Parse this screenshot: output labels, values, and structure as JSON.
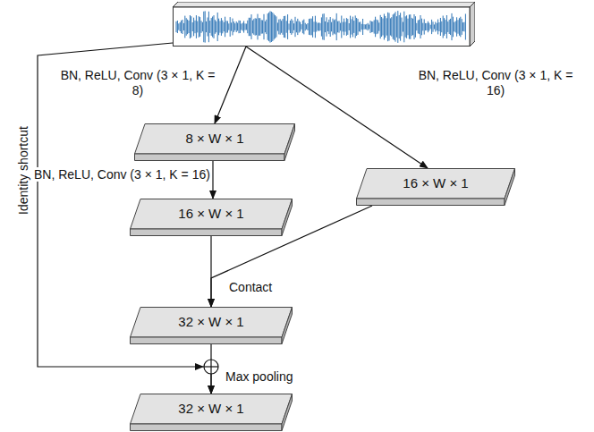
{
  "diagram": {
    "nodes": [
      {
        "text": []
      },
      {
        "text": [
          "8 × W × 1"
        ]
      },
      {
        "text": [
          "16 × W × 1"
        ]
      },
      {
        "text": [
          "16 × W × 1"
        ]
      },
      {
        "text": [
          "32 × W × 1"
        ]
      },
      {
        "text": [
          "32 × W × 1"
        ]
      }
    ],
    "edges": [
      {
        "from": 0,
        "to": 1,
        "arrow": "to",
        "label": "BN, ReLU, Conv (3 × 1, K = 8)"
      },
      {
        "from": 0,
        "to": 3,
        "arrow": "to",
        "label": "BN, ReLU, Conv (3 × 1, K = 16)"
      },
      {
        "from": 1,
        "to": 2,
        "arrow": "to",
        "label": "BN, ReLU, Conv (3 × 1, K = 16)"
      },
      {
        "from": 2,
        "to": 4,
        "arrow": "to",
        "label": "Contact"
      },
      {
        "from": 3,
        "to": 4,
        "arrow": "to"
      },
      {
        "from": 0,
        "to": 5,
        "arrow": "to",
        "label": "Identity shortcut"
      },
      {
        "from": 4,
        "to": 5,
        "arrow": "to",
        "label": "Max pooling"
      }
    ]
  }
}
